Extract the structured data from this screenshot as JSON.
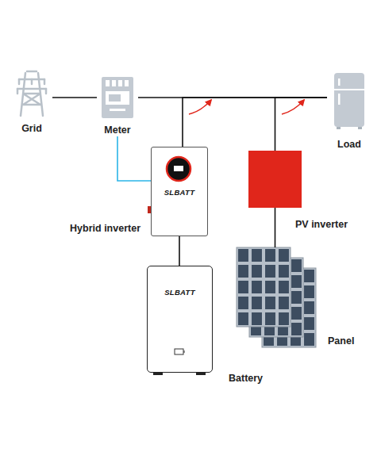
{
  "diagram": {
    "nodes": [
      {
        "text": [
          "Grid"
        ]
      },
      {
        "text": [
          "Meter"
        ]
      },
      {
        "text": [
          "Load"
        ]
      },
      {
        "text": [
          "SLBATT",
          "Hybrid inverter"
        ]
      },
      {
        "text": [
          "PV inverter"
        ]
      },
      {
        "text": [
          "Panel"
        ]
      },
      {
        "text": [
          "SLBATT",
          "Battery"
        ]
      }
    ],
    "edges": [
      {
        "from": 0,
        "to": 1,
        "arrow": "none"
      },
      {
        "from": 1,
        "to": 2,
        "arrow": "none"
      },
      {
        "from": 3,
        "to": 2,
        "arrow": "none"
      },
      {
        "from": 4,
        "to": 2,
        "arrow": "none"
      },
      {
        "from": 1,
        "to": 3,
        "arrow": "none"
      },
      {
        "from": 3,
        "to": 6,
        "arrow": "none"
      },
      {
        "from": 4,
        "to": 5,
        "arrow": "none"
      }
    ]
  }
}
